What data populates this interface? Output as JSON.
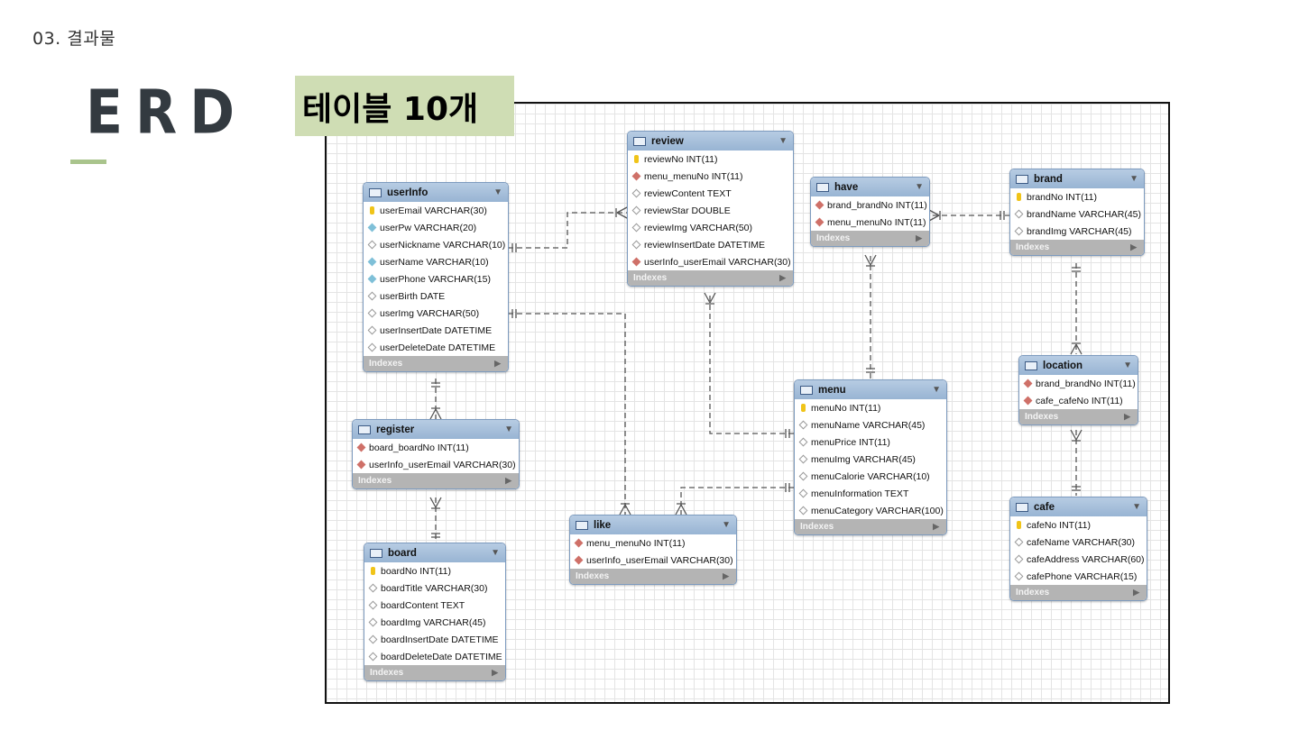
{
  "section_label": "03. 결과물",
  "heading": "ERD",
  "table_count_label": "테이블 10개",
  "indexes_label": "Indexes",
  "icons": {
    "primary_key": "key-icon",
    "foreign_key": "red-diamond-icon",
    "not_null": "blue-diamond-icon",
    "column": "white-diamond-icon",
    "table": "table-icon",
    "dropdown": "chevron-down-icon",
    "expand": "triangle-right-icon"
  },
  "colors": {
    "badge_bg": "#cfddb4",
    "underline": "#a9c48c",
    "entity_header": "#a5bedb",
    "indexes_bar": "#b4b4b4",
    "primary_key": "#f0c419",
    "foreign_key": "#cf7068",
    "not_null": "#7fc0d8"
  },
  "entities": {
    "userInfo": {
      "name": "userInfo",
      "columns": [
        {
          "text": "userEmail VARCHAR(30)",
          "kind": "pk"
        },
        {
          "text": "userPw VARCHAR(20)",
          "kind": "nn"
        },
        {
          "text": "userNickname VARCHAR(10)",
          "kind": "col"
        },
        {
          "text": "userName VARCHAR(10)",
          "kind": "nn"
        },
        {
          "text": "userPhone VARCHAR(15)",
          "kind": "nn"
        },
        {
          "text": "userBirth DATE",
          "kind": "col"
        },
        {
          "text": "userImg VARCHAR(50)",
          "kind": "col"
        },
        {
          "text": "userInsertDate DATETIME",
          "kind": "col"
        },
        {
          "text": "userDeleteDate DATETIME",
          "kind": "col"
        }
      ]
    },
    "review": {
      "name": "review",
      "columns": [
        {
          "text": "reviewNo INT(11)",
          "kind": "pk"
        },
        {
          "text": "menu_menuNo INT(11)",
          "kind": "fk"
        },
        {
          "text": "reviewContent TEXT",
          "kind": "col"
        },
        {
          "text": "reviewStar DOUBLE",
          "kind": "col"
        },
        {
          "text": "reviewImg VARCHAR(50)",
          "kind": "col"
        },
        {
          "text": "reviewInsertDate DATETIME",
          "kind": "col"
        },
        {
          "text": "userInfo_userEmail VARCHAR(30)",
          "kind": "fk"
        }
      ]
    },
    "have": {
      "name": "have",
      "columns": [
        {
          "text": "brand_brandNo INT(11)",
          "kind": "fk"
        },
        {
          "text": "menu_menuNo INT(11)",
          "kind": "fk"
        }
      ]
    },
    "brand": {
      "name": "brand",
      "columns": [
        {
          "text": "brandNo INT(11)",
          "kind": "pk"
        },
        {
          "text": "brandName VARCHAR(45)",
          "kind": "col"
        },
        {
          "text": "brandImg VARCHAR(45)",
          "kind": "col"
        }
      ]
    },
    "location": {
      "name": "location",
      "columns": [
        {
          "text": "brand_brandNo INT(11)",
          "kind": "fk"
        },
        {
          "text": "cafe_cafeNo INT(11)",
          "kind": "fk"
        }
      ]
    },
    "menu": {
      "name": "menu",
      "columns": [
        {
          "text": "menuNo INT(11)",
          "kind": "pk"
        },
        {
          "text": "menuName VARCHAR(45)",
          "kind": "col"
        },
        {
          "text": "menuPrice INT(11)",
          "kind": "col"
        },
        {
          "text": "menuImg VARCHAR(45)",
          "kind": "col"
        },
        {
          "text": "menuCalorie VARCHAR(10)",
          "kind": "col"
        },
        {
          "text": "menuInformation TEXT",
          "kind": "col"
        },
        {
          "text": "menuCategory VARCHAR(100)",
          "kind": "col"
        }
      ]
    },
    "register": {
      "name": "register",
      "columns": [
        {
          "text": "board_boardNo INT(11)",
          "kind": "fk"
        },
        {
          "text": "userInfo_userEmail VARCHAR(30)",
          "kind": "fk"
        }
      ]
    },
    "like": {
      "name": "like",
      "columns": [
        {
          "text": "menu_menuNo INT(11)",
          "kind": "fk"
        },
        {
          "text": "userInfo_userEmail VARCHAR(30)",
          "kind": "fk"
        }
      ]
    },
    "board": {
      "name": "board",
      "columns": [
        {
          "text": "boardNo INT(11)",
          "kind": "pk"
        },
        {
          "text": "boardTitle VARCHAR(30)",
          "kind": "col"
        },
        {
          "text": "boardContent TEXT",
          "kind": "col"
        },
        {
          "text": "boardImg VARCHAR(45)",
          "kind": "col"
        },
        {
          "text": "boardInsertDate DATETIME",
          "kind": "col"
        },
        {
          "text": "boardDeleteDate DATETIME",
          "kind": "col"
        }
      ]
    },
    "cafe": {
      "name": "cafe",
      "columns": [
        {
          "text": "cafeNo INT(11)",
          "kind": "pk"
        },
        {
          "text": "cafeName VARCHAR(30)",
          "kind": "col"
        },
        {
          "text": "cafeAddress VARCHAR(60)",
          "kind": "col"
        },
        {
          "text": "cafePhone VARCHAR(15)",
          "kind": "col"
        }
      ]
    }
  },
  "relationships": [
    {
      "from": "userInfo",
      "to": "review"
    },
    {
      "from": "userInfo",
      "to": "like"
    },
    {
      "from": "userInfo",
      "to": "register"
    },
    {
      "from": "board",
      "to": "register"
    },
    {
      "from": "menu",
      "to": "review"
    },
    {
      "from": "menu",
      "to": "like"
    },
    {
      "from": "menu",
      "to": "have"
    },
    {
      "from": "brand",
      "to": "have"
    },
    {
      "from": "brand",
      "to": "location"
    },
    {
      "from": "cafe",
      "to": "location"
    }
  ]
}
